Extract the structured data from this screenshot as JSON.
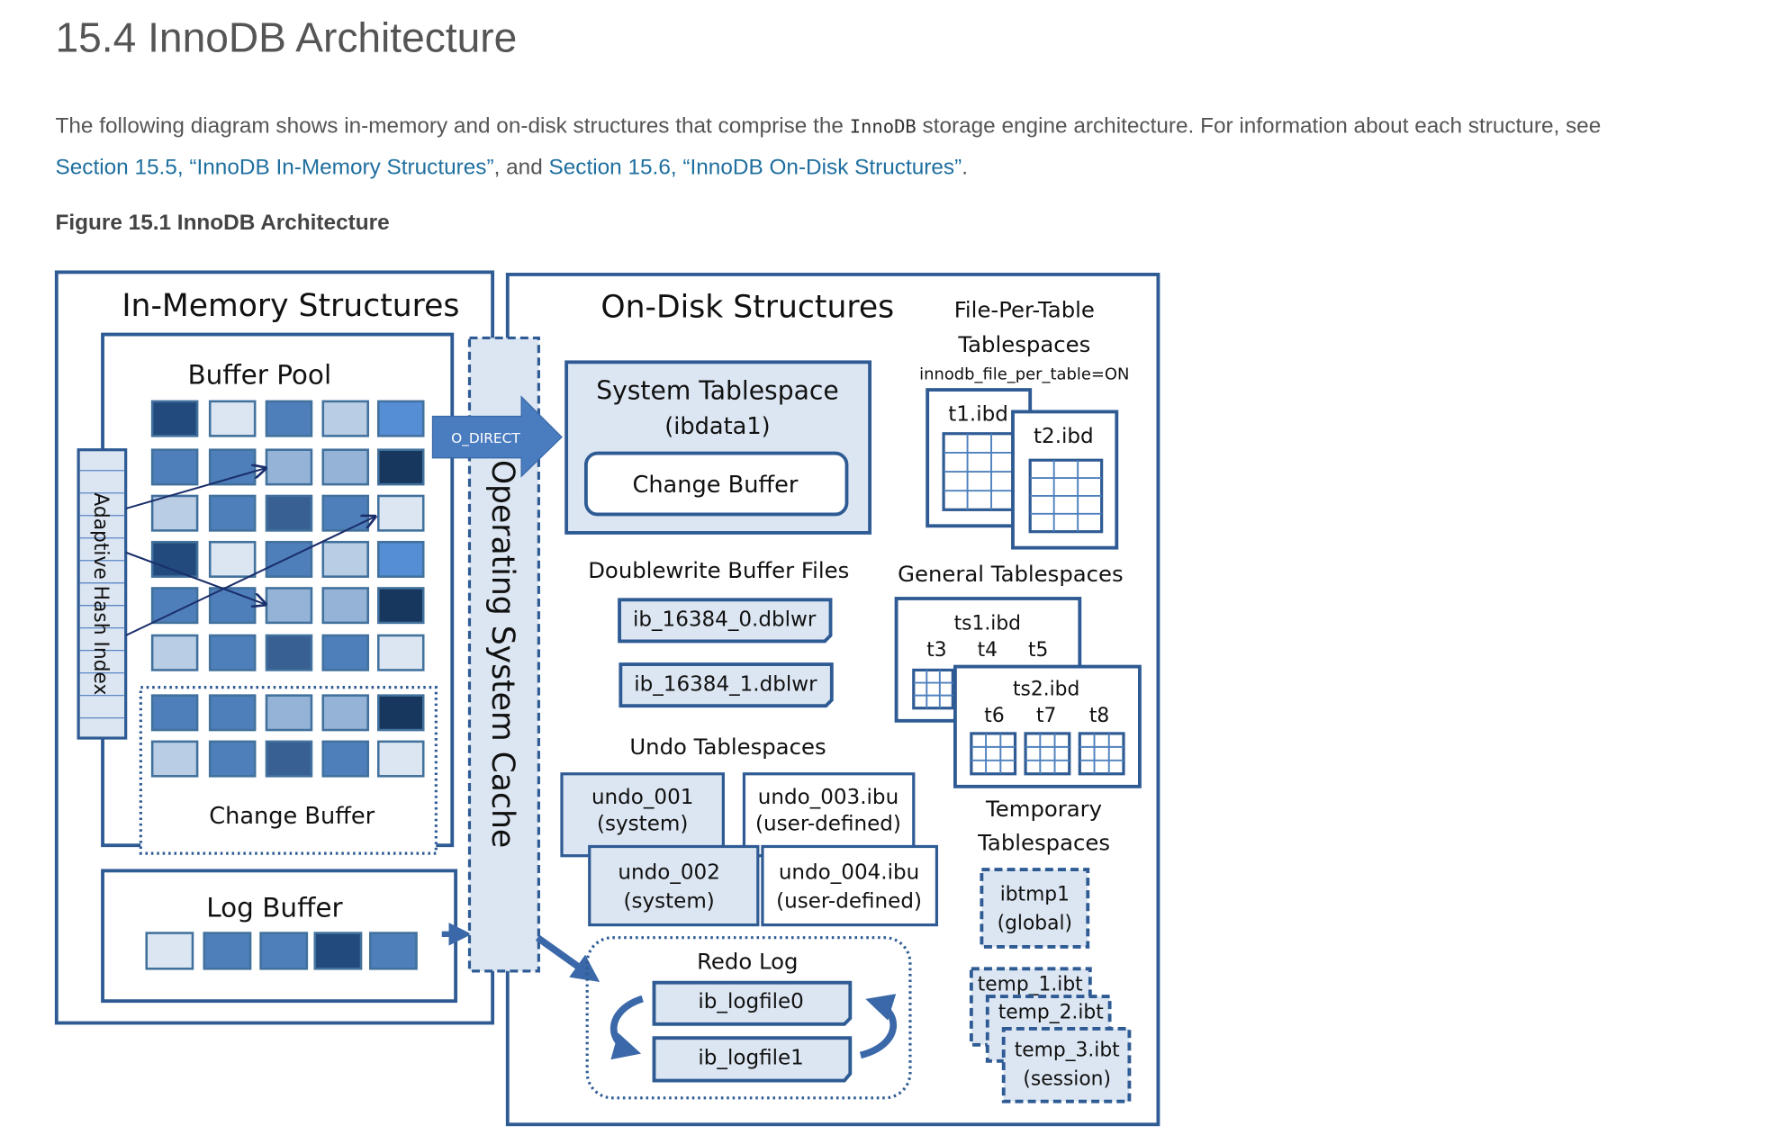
{
  "page": {
    "title": "15.4 InnoDB Architecture",
    "intro_before_code": "The following diagram shows in-memory and on-disk structures that comprise the ",
    "intro_code": "InnoDB",
    "intro_after_code": " storage engine architecture. For information about each structure, see ",
    "link1": "Section 15.5, “InnoDB In-Memory Structures”",
    "between_links": ", and ",
    "link2": "Section 15.6, “InnoDB On-Disk Structures”",
    "after_links": ".",
    "figure_title": "Figure 15.1 InnoDB Architecture",
    "link_color": "#1f6f9f"
  },
  "diagram": {
    "in_memory": {
      "title": "In-Memory Structures",
      "buffer_pool": "Buffer Pool",
      "adaptive_hash_index": "Adaptive Hash Index",
      "change_buffer": "Change Buffer",
      "log_buffer": "Log Buffer",
      "buffer_pool_pages": [
        [
          "dark",
          "light",
          "mid",
          "pale",
          "bright"
        ],
        [
          "mid",
          "mid",
          "soft",
          "soft",
          "darkest"
        ],
        [
          "pale",
          "mid",
          "deep",
          "mid",
          "light"
        ],
        [
          "dark",
          "light",
          "mid",
          "pale",
          "bright"
        ],
        [
          "mid",
          "mid",
          "soft",
          "soft",
          "darkest"
        ],
        [
          "pale",
          "mid",
          "deep",
          "mid",
          "light"
        ]
      ],
      "change_buffer_pages": [
        [
          "mid",
          "mid",
          "soft",
          "soft",
          "darkest"
        ],
        [
          "pale",
          "mid",
          "deep",
          "mid",
          "light"
        ]
      ],
      "log_buffer_pages": [
        "light",
        "mid",
        "mid",
        "dark",
        "mid"
      ]
    },
    "page_colors": {
      "darkest": "#17375e",
      "dark": "#234a7d",
      "deep": "#386093",
      "mid": "#4f7fbb",
      "bright": "#558ed5",
      "soft": "#95b3d7",
      "pale": "#b9cde5",
      "light": "#dce6f2"
    },
    "os_cache": "Operating System Cache",
    "o_direct": "O_DIRECT",
    "on_disk": {
      "title": "On-Disk Structures",
      "system_tablespace": "System Tablespace",
      "system_tablespace_file": "(ibdata1)",
      "change_buffer": "Change Buffer",
      "doublewrite_title": "Doublewrite Buffer Files",
      "doublewrite_files": [
        "ib_16384_0.dblwr",
        "ib_16384_1.dblwr"
      ],
      "undo_title": "Undo Tablespaces",
      "undo": [
        {
          "name": "undo_001",
          "type": "(system)"
        },
        {
          "name": "undo_003.ibu",
          "type": "(user-defined)"
        },
        {
          "name": "undo_002",
          "type": "(system)"
        },
        {
          "name": "undo_004.ibu",
          "type": "(user-defined)"
        }
      ],
      "redo_title": "Redo Log",
      "redo_files": [
        "ib_logfile0",
        "ib_logfile1"
      ],
      "fpt_title_1": "File-Per-Table",
      "fpt_title_2": "Tablespaces",
      "fpt_setting": "innodb_file_per_table=ON",
      "fpt_files": [
        "t1.ibd",
        "t2.ibd"
      ],
      "general_title": "General Tablespaces",
      "ts1": {
        "name": "ts1.ibd",
        "tables": [
          "t3",
          "t4",
          "t5"
        ]
      },
      "ts2": {
        "name": "ts2.ibd",
        "tables": [
          "t6",
          "t7",
          "t8"
        ]
      },
      "temp_title_1": "Temporary",
      "temp_title_2": "Tablespaces",
      "ibtmp": {
        "name": "ibtmp1",
        "type": "(global)"
      },
      "temp_files": [
        "temp_1.ibt",
        "temp_2.ibt",
        "temp_3.ibt"
      ],
      "temp_session": "(session)"
    },
    "border_color": "#2f5b94",
    "fill_color": "#dce6f2"
  }
}
